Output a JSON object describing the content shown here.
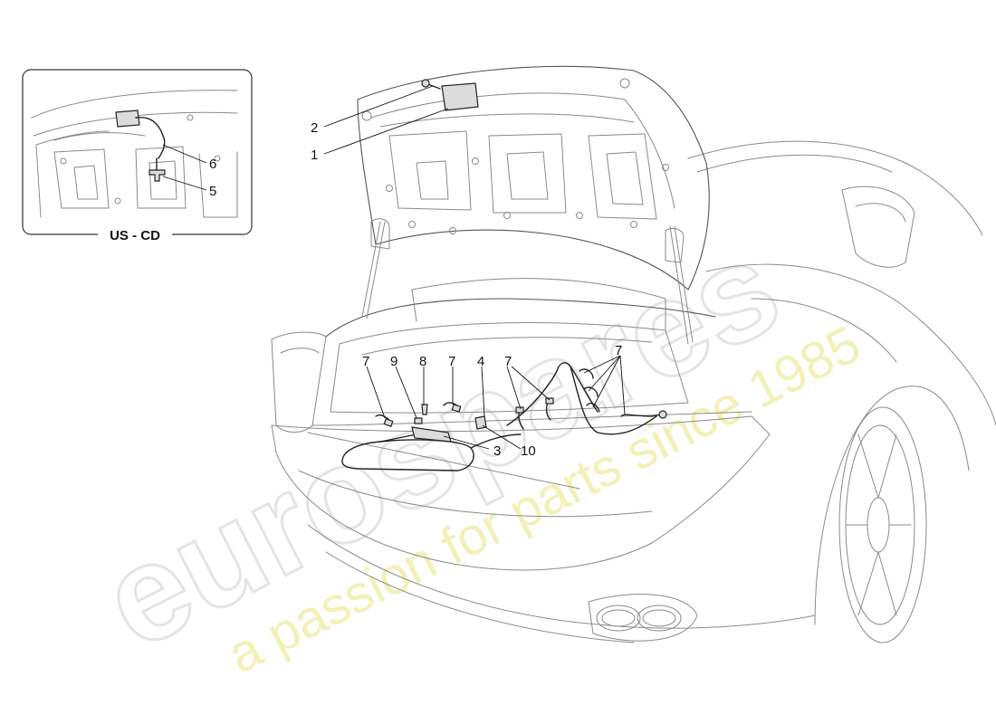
{
  "inset": {
    "label": "US - CD",
    "callouts": [
      "6",
      "5"
    ]
  },
  "callouts": {
    "c1": "1",
    "c2": "2",
    "c3": "3",
    "c4": "4",
    "c7a": "7",
    "c7b": "7",
    "c7c": "7",
    "c7d": "7",
    "c8": "8",
    "c9": "9",
    "c10": "10"
  },
  "watermark": {
    "brand": "eurospares",
    "tagline": "a passion for parts since 1985"
  },
  "colors": {
    "outline": "#8a8a8a",
    "part": "#222222",
    "watermark_brand": "#e4e4e4",
    "watermark_tagline": "#f3f0b8"
  }
}
